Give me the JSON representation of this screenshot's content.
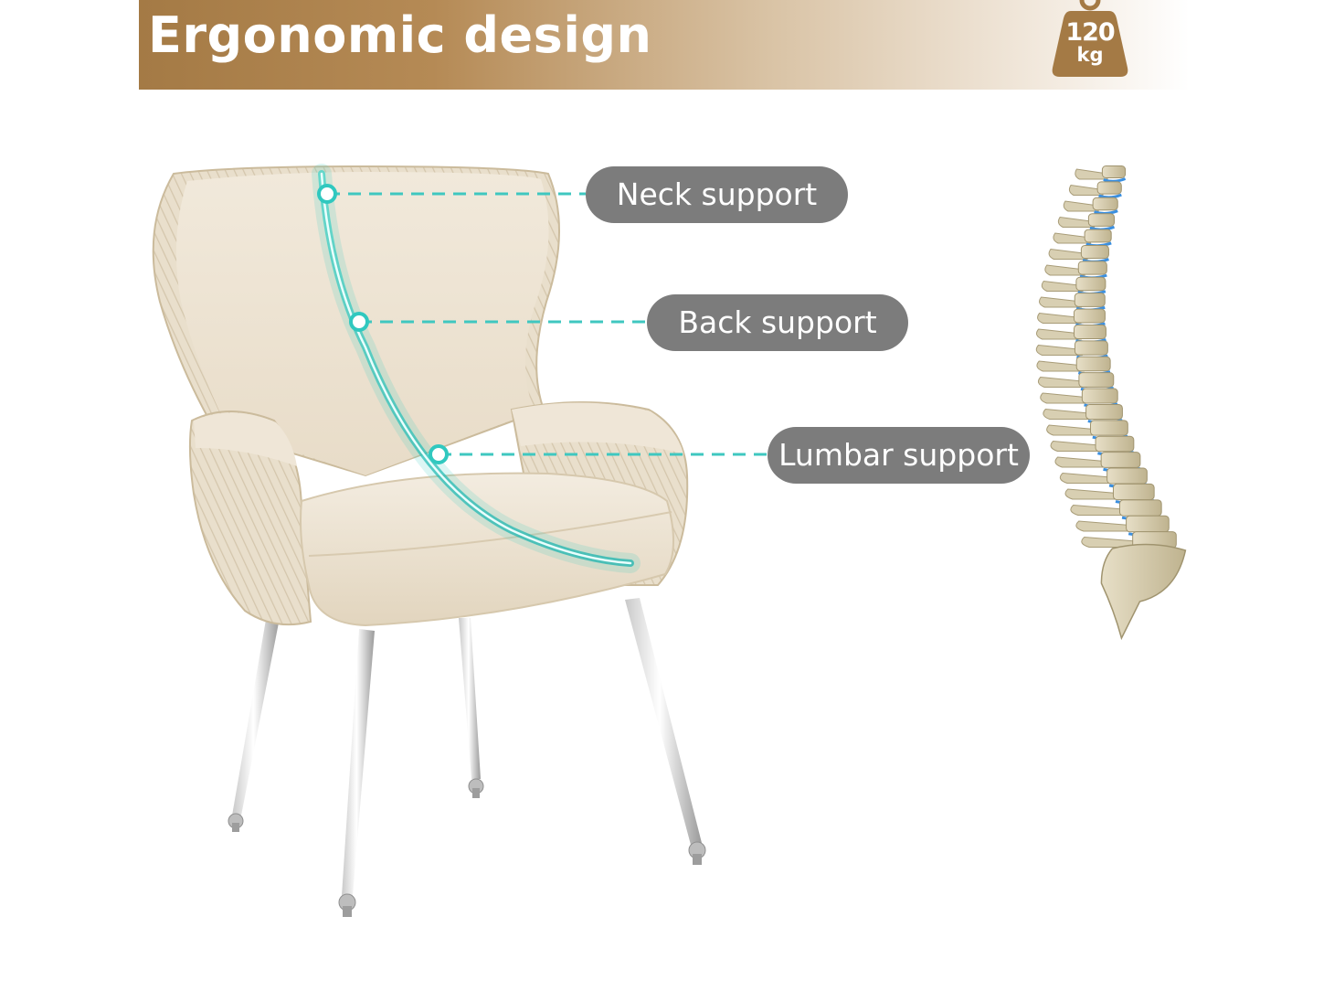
{
  "banner": {
    "title": "Ergonomic design",
    "weight_badge": {
      "value": "120",
      "unit": "kg",
      "icon": "weight-icon"
    }
  },
  "callouts": [
    {
      "id": "neck",
      "label": "Neck support"
    },
    {
      "id": "back",
      "label": "Back support"
    },
    {
      "id": "lumbar",
      "label": "Lumbar support"
    }
  ],
  "colors": {
    "banner_brown": "#a47a45",
    "pill_gray": "#7c7c7c",
    "accent_teal": "#3fcfc4",
    "chair_cream": "#ede4d4",
    "spine_blue": "#3a8fe0"
  },
  "illustrations": {
    "product": "armchair-illustration",
    "anatomy": "spine-illustration"
  }
}
